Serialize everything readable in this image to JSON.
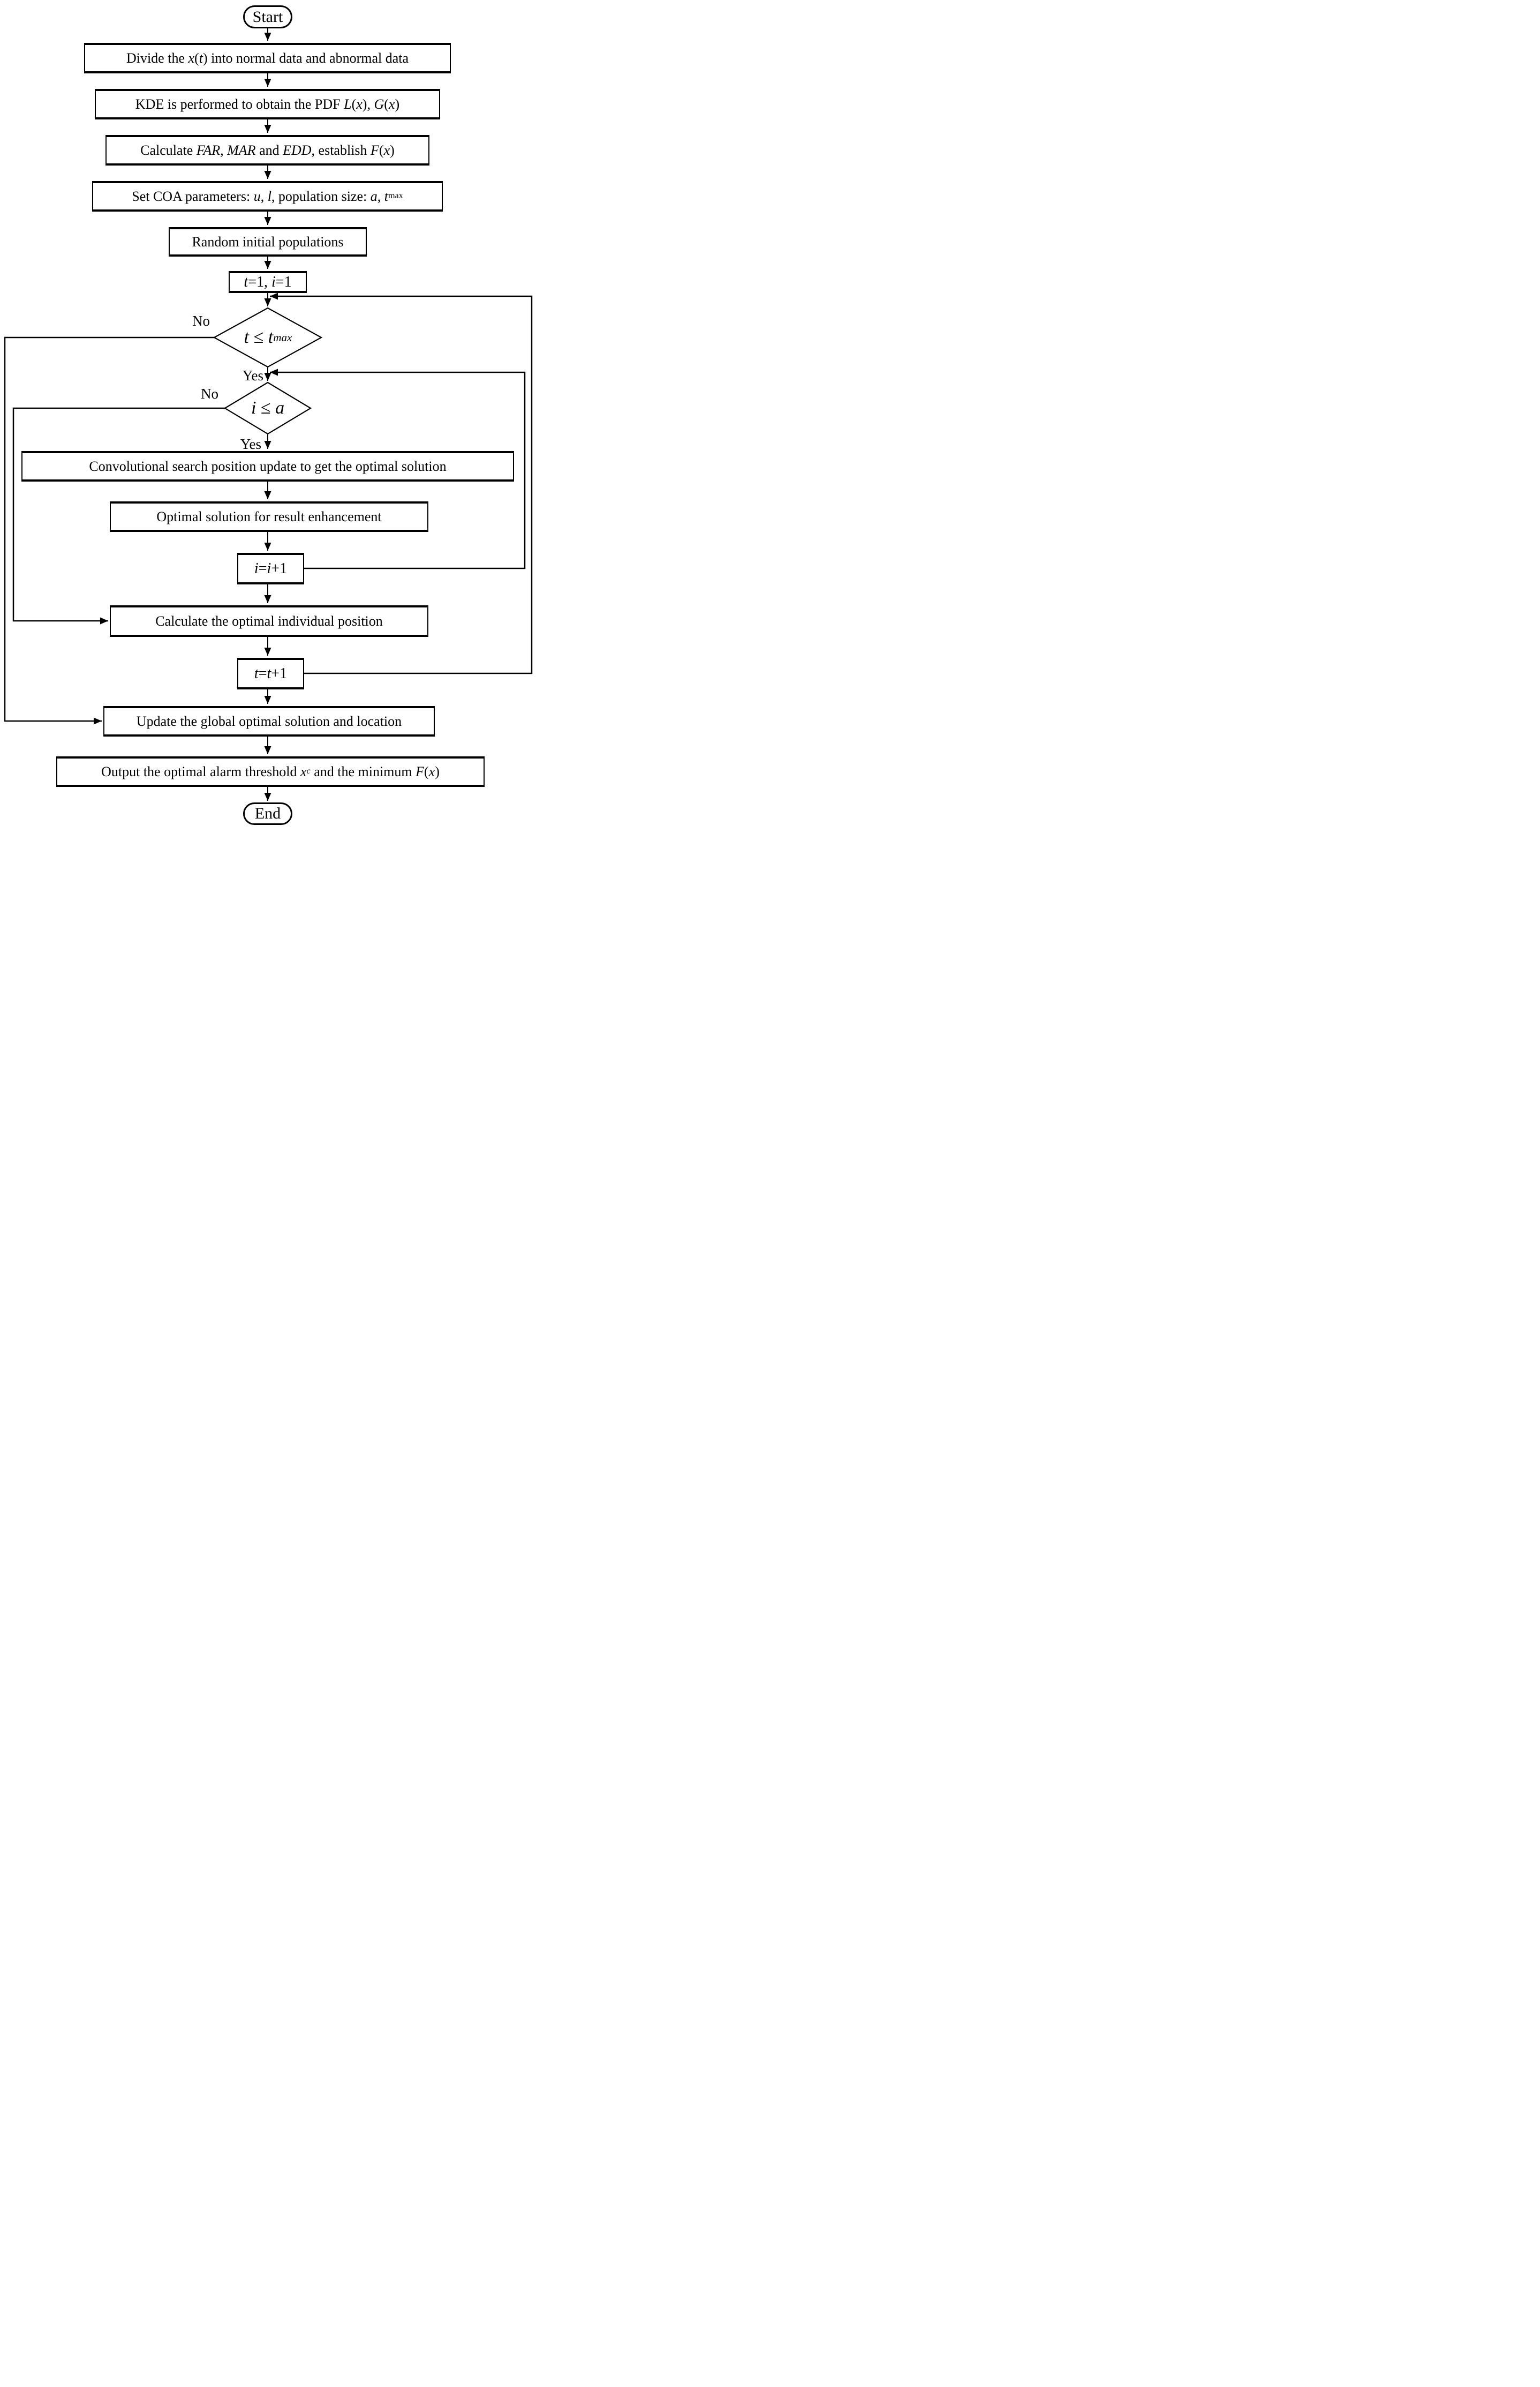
{
  "nodes": {
    "start": {
      "label": "Start"
    },
    "divide": {
      "parts": [
        "Divide the ",
        "x",
        "(",
        "t",
        ") into normal data and abnormal data"
      ]
    },
    "kde": {
      "parts": [
        "KDE is performed to obtain the PDF ",
        "L",
        "(",
        "x",
        "), ",
        "G",
        "(",
        "x",
        ")"
      ]
    },
    "calc": {
      "parts": [
        "Calculate ",
        "FAR",
        ", ",
        "MAR",
        " and ",
        "EDD",
        ", establish ",
        "F",
        "(",
        "x",
        ")"
      ]
    },
    "setcoa": {
      "parts": [
        "Set COA parameters: ",
        "u",
        ", ",
        "l",
        ", population size: ",
        "a",
        ", ",
        "t",
        "max"
      ]
    },
    "random": {
      "label": "Random initial populations"
    },
    "init": {
      "parts": [
        "t",
        "=1, ",
        "i",
        "=1"
      ]
    },
    "cond_t": {
      "parts": [
        "t",
        " ≤ ",
        "t",
        "max"
      ]
    },
    "cond_i": {
      "parts": [
        "i",
        " ≤ ",
        "a"
      ]
    },
    "conv": {
      "label": "Convolutional search position update to get the optimal solution"
    },
    "enhance": {
      "label": "Optimal solution for result enhancement"
    },
    "inc_i": {
      "parts": [
        "i",
        "=",
        "i",
        "+1"
      ]
    },
    "calc_pos": {
      "label": "Calculate the optimal individual position"
    },
    "inc_t": {
      "parts": [
        "t",
        "=",
        "t",
        "+1"
      ]
    },
    "update": {
      "label": "Update the global optimal solution and location"
    },
    "output": {
      "parts": [
        "Output the optimal alarm threshold ",
        "x",
        "c",
        " and the minimum ",
        "F",
        "(",
        "x",
        ")"
      ]
    },
    "end": {
      "label": "End"
    }
  },
  "labels": {
    "d1_no": "No",
    "d1_yes": "Yes",
    "d2_no": "No",
    "d2_yes": "Yes"
  },
  "colors": {
    "stroke": "#000000",
    "background": "#ffffff"
  }
}
